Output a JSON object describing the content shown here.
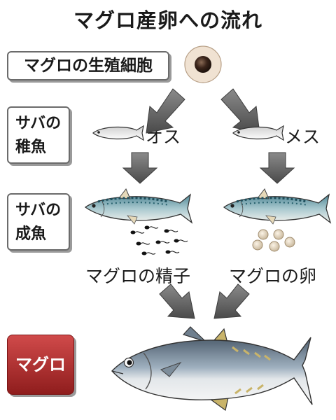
{
  "title": "マグロ産卵への流れ",
  "cells_label": "マグロの生殖細胞",
  "stage_juvenile": [
    "サバの",
    "稚魚"
  ],
  "stage_adult": [
    "サバの",
    "成魚"
  ],
  "male_label": "オス",
  "female_label": "メス",
  "sperm_label": "マグロの精子",
  "egg_label": "マグロの卵",
  "tuna_label": "マグロ",
  "colors": {
    "arrow": "#595959",
    "tuna_box": "#b32b2b",
    "mackerel_back": "#6e9daa",
    "tuna_back": "#6a7c8c"
  }
}
